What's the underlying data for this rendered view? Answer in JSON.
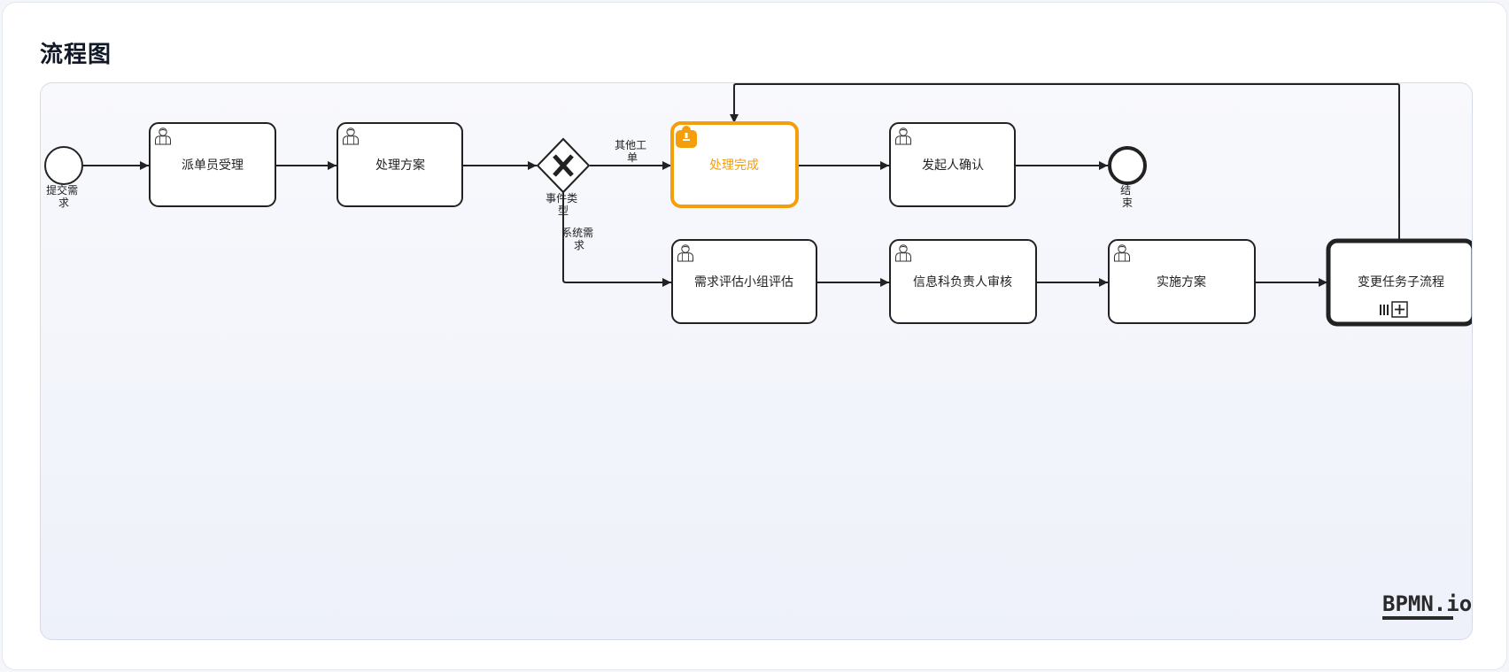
{
  "page": {
    "title": "流程图"
  },
  "diagram": {
    "logo_text": "BPMN.io",
    "start_event": {
      "label_lines": [
        "提交需",
        "求"
      ]
    },
    "end_event": {
      "label_lines": [
        "结",
        "束"
      ]
    },
    "gateway": {
      "label_lines": [
        "事件类",
        "型"
      ]
    },
    "tasks": [
      {
        "label": "派单员受理"
      },
      {
        "label": "处理方案"
      },
      {
        "label": "处理完成",
        "active": true
      },
      {
        "label": "发起人确认"
      },
      {
        "label": "需求评估小组评估"
      },
      {
        "label": "信息科负责人审核"
      },
      {
        "label": "实施方案"
      }
    ],
    "subprocess": {
      "label": "变更任务子流程"
    },
    "flow_labels": {
      "other": [
        "其他工",
        "单"
      ],
      "system": [
        "系统需",
        "求"
      ]
    },
    "colors": {
      "active": "#f59e0b",
      "stroke": "#222222",
      "task_fill": "#ffffff"
    }
  }
}
